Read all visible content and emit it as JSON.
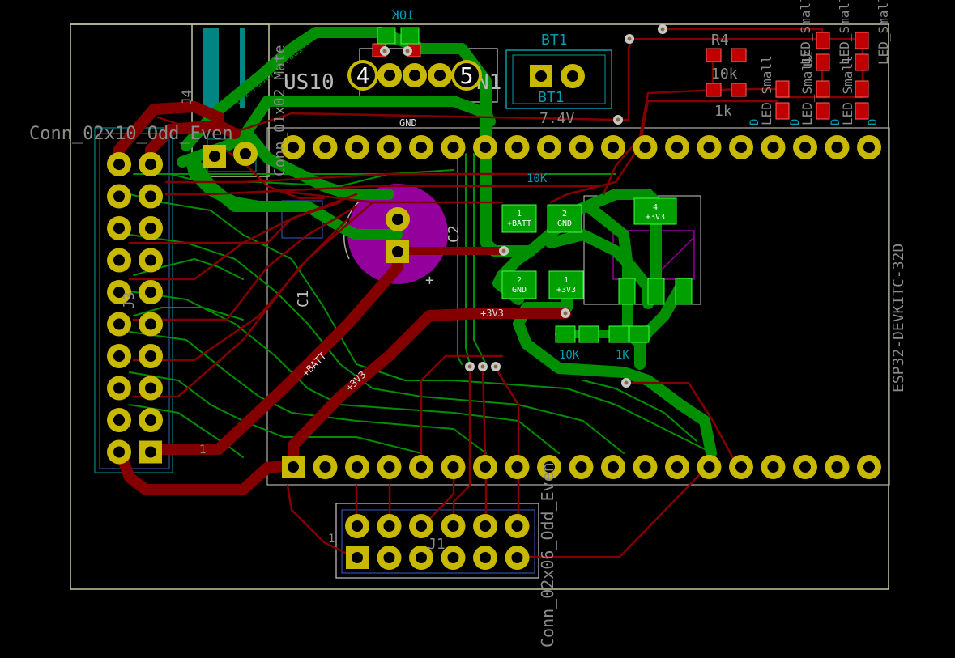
{
  "colors": {
    "background": "#000000",
    "edge_cuts": "#c8c8a0",
    "front_copper": "#008f00",
    "back_copper": "#840000",
    "pad": "#c9b800",
    "silkscreen": "#8c8c8c",
    "courtyard": "#008484",
    "back_silk": "#009cb0",
    "back_fab": "#2f4fa8",
    "capacitor_body": "#94009b",
    "drill": "#000000"
  },
  "labels": {
    "r_10k_top": "10K",
    "bt1_ref": "BT1",
    "bt1_value_ref": "BT1",
    "bt1_value": "7.4V",
    "r4_ref": "R4",
    "r4_value": "10k",
    "r_1k": "1k",
    "led_small_1": "LED_Small",
    "led_small_2": "LED_Small",
    "led_small_3": "LED_Small",
    "led_small_4": "LED_Small",
    "led_small_5": "LED_Small",
    "led_small_6": "LED_Small",
    "d_label_1": "D",
    "d_label_2": "D",
    "d_label_3": "D",
    "d_label_4": "D",
    "u2_label": "U2",
    "us_label": "US10",
    "n1_label": "N1",
    "pin_4": "4",
    "pin_5": "5",
    "conn_02x10": "Conn_02x10_Odd_Even",
    "conn_01x02_mate": "Conn_01x02_Mate",
    "conn_01x02_pads": "(01-Pad1)(K-Pad1)",
    "j4": "J4",
    "j1": "J1",
    "j3": "J3",
    "pin1_left": "1",
    "pin1_bottom": "1",
    "gnd_trace": "GND",
    "vcc_trace_1": "+3V3",
    "vcc_trace_2": "+3V3",
    "batt_trace": "+BATT",
    "esp32": "ESP32-DEVKITC-32D",
    "conn_02x06": "Conn_02x06_Odd_Even",
    "c1": "C1",
    "c2": "C2",
    "plus_sign": "+",
    "u1_pad1_num": "1",
    "u1_pad1_net": "+BATT",
    "u1_pad2_num": "2",
    "u1_pad2_net": "GND",
    "u1_pad3_num": "2",
    "u1_pad3_net": "GND",
    "u1_pad4_num": "1",
    "u1_pad4_net": "+3V3",
    "reg_pad_num": "4",
    "reg_pad_net": "+3V3",
    "r_10k_mid": "10K",
    "r_1k_bot": "1K",
    "r_10k_bot": "10K"
  }
}
